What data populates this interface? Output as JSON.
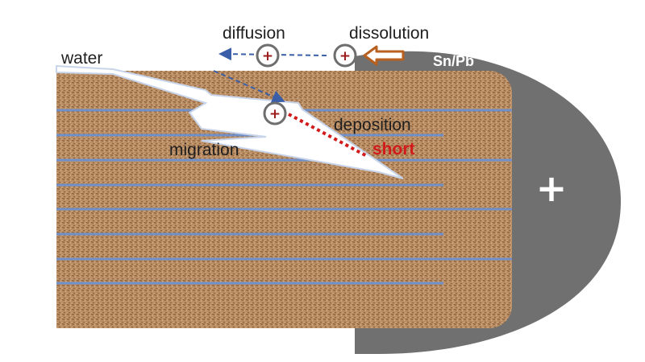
{
  "labels": {
    "water": "water",
    "diffusion": "diffusion",
    "dissolution": "dissolution",
    "terminal": "Sn/Pb",
    "deposition": "deposition",
    "short": "short",
    "migration": "migration"
  },
  "symbols": {
    "ion": "+",
    "terminal_polarity": "+"
  },
  "colors": {
    "ceramic": "#b98d64",
    "terminal": "#707070",
    "electrode": "#6f90c8",
    "arrow_blue": "#3a5fa8",
    "short_red": "#d11a1a",
    "ion_ring": "#6e6e6e",
    "ion_sign": "#9b1c1c",
    "dissolution_arrow": "#b8601f"
  }
}
